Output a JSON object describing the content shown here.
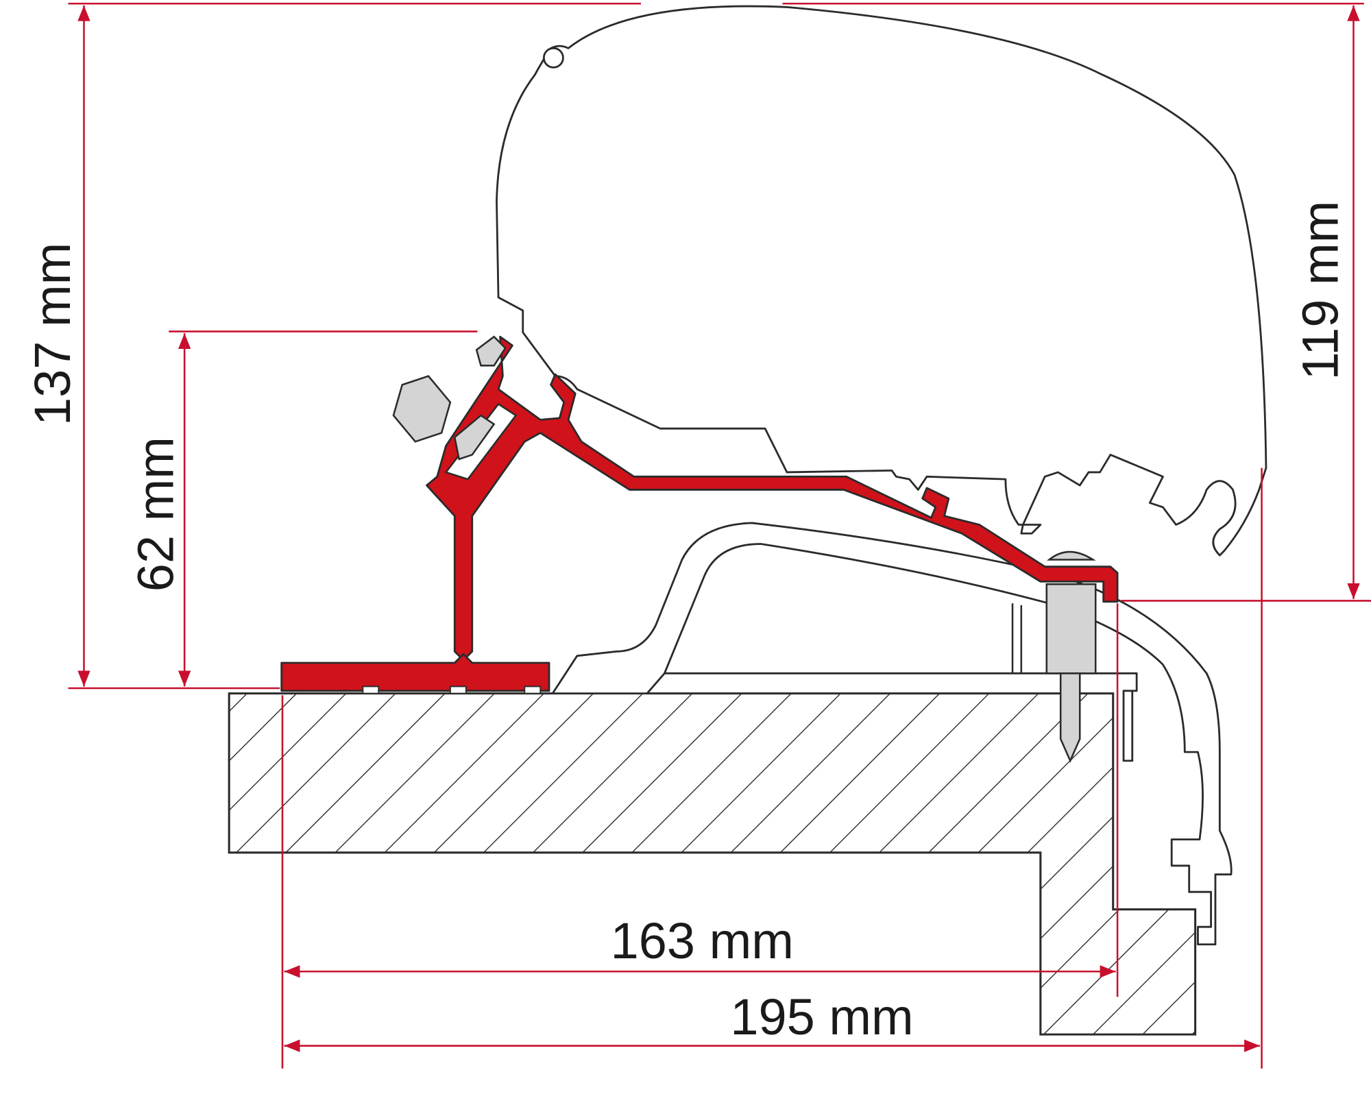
{
  "diagram": {
    "colors": {
      "accent": "#d0121b",
      "dimension": "#c8102e",
      "line": "#2b2b2b"
    },
    "dimensions": {
      "total_height": "137 mm",
      "bracket_height": "62 mm",
      "awning_height": "119 mm",
      "inner_width": "163 mm",
      "total_width": "195 mm"
    }
  }
}
